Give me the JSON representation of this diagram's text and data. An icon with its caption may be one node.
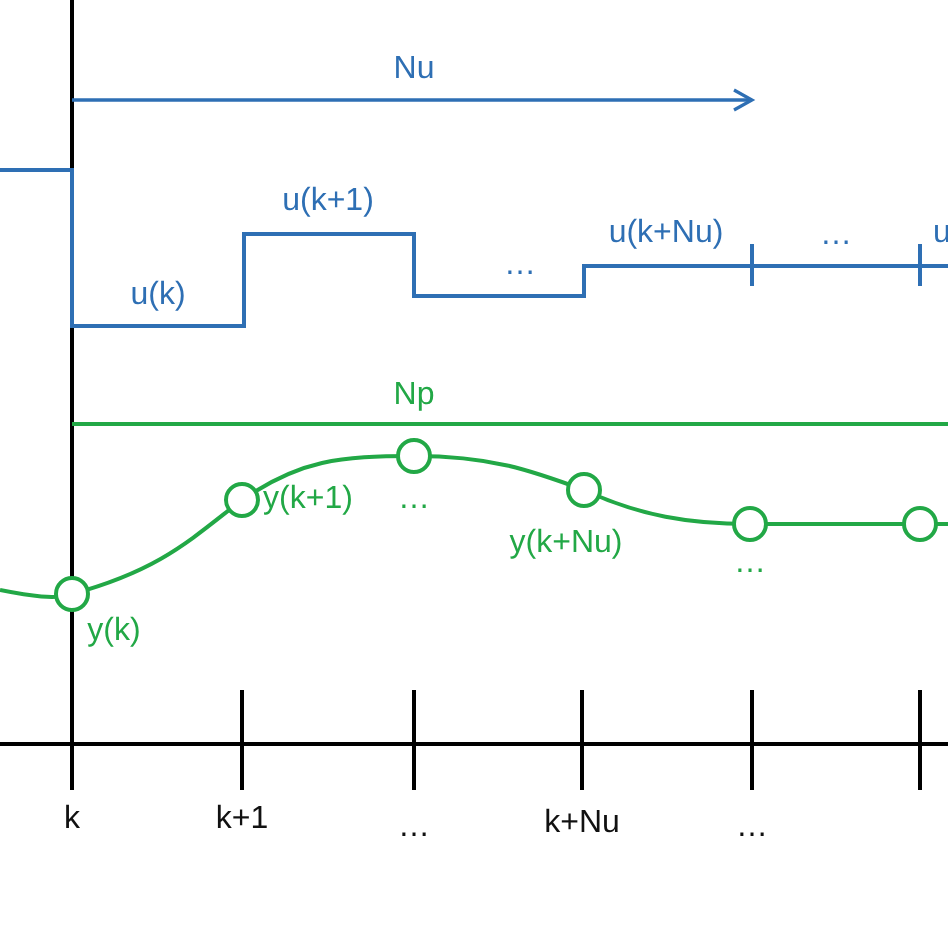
{
  "diagram": {
    "labels": [
      "Nu",
      "u(k+1)",
      "…",
      "u(k+Nu)",
      "…",
      "u",
      "u(k)",
      "Np",
      "…",
      "y(k+1)",
      "y(k+Nu)",
      "…",
      "y(k)",
      "k",
      "k+1",
      "…",
      "k+Nu",
      "…"
    ]
  }
}
